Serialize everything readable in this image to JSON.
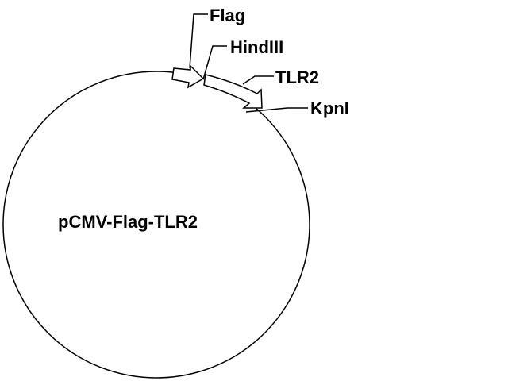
{
  "plasmid": {
    "name": "pCMV-Flag-TLR2"
  },
  "features": {
    "flag": "Flag",
    "hindiii": "HindIII",
    "tlr2": "TLR2",
    "kpni": "KpnI"
  },
  "colors": {
    "stroke": "#000000",
    "background": "#ffffff"
  }
}
